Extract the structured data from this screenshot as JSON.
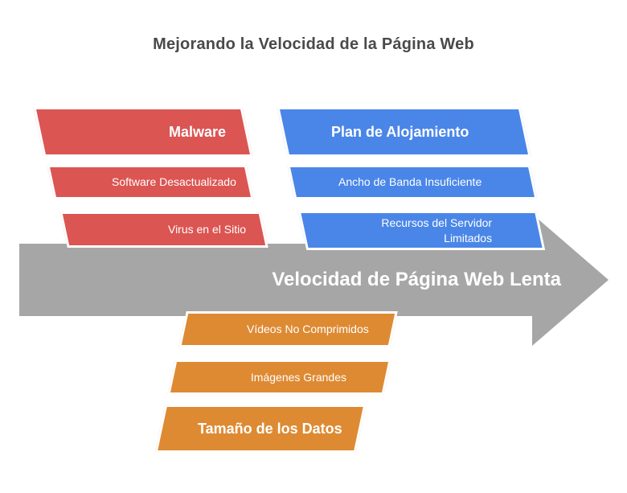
{
  "title": "Mejorando la Velocidad de la Página Web",
  "arrow": {
    "label": "Velocidad de Página Web Lenta",
    "color": "#a6a6a6",
    "text_color": "#ffffff"
  },
  "causes": {
    "red": {
      "color": "#db5552",
      "major": "Malware",
      "minor1": "Software Desactualizado",
      "minor2": "Virus en el Sitio"
    },
    "blue": {
      "color": "#4a86e8",
      "major": "Plan de Alojamiento",
      "minor1": "Ancho de Banda Insuficiente",
      "minor2": "Recursos del Servidor Limitados"
    },
    "orange": {
      "color": "#de8a33",
      "major": "Tamaño de los Datos",
      "minor1": "Vídeos No Comprimidos",
      "minor2": "Imágenes Grandes"
    }
  }
}
